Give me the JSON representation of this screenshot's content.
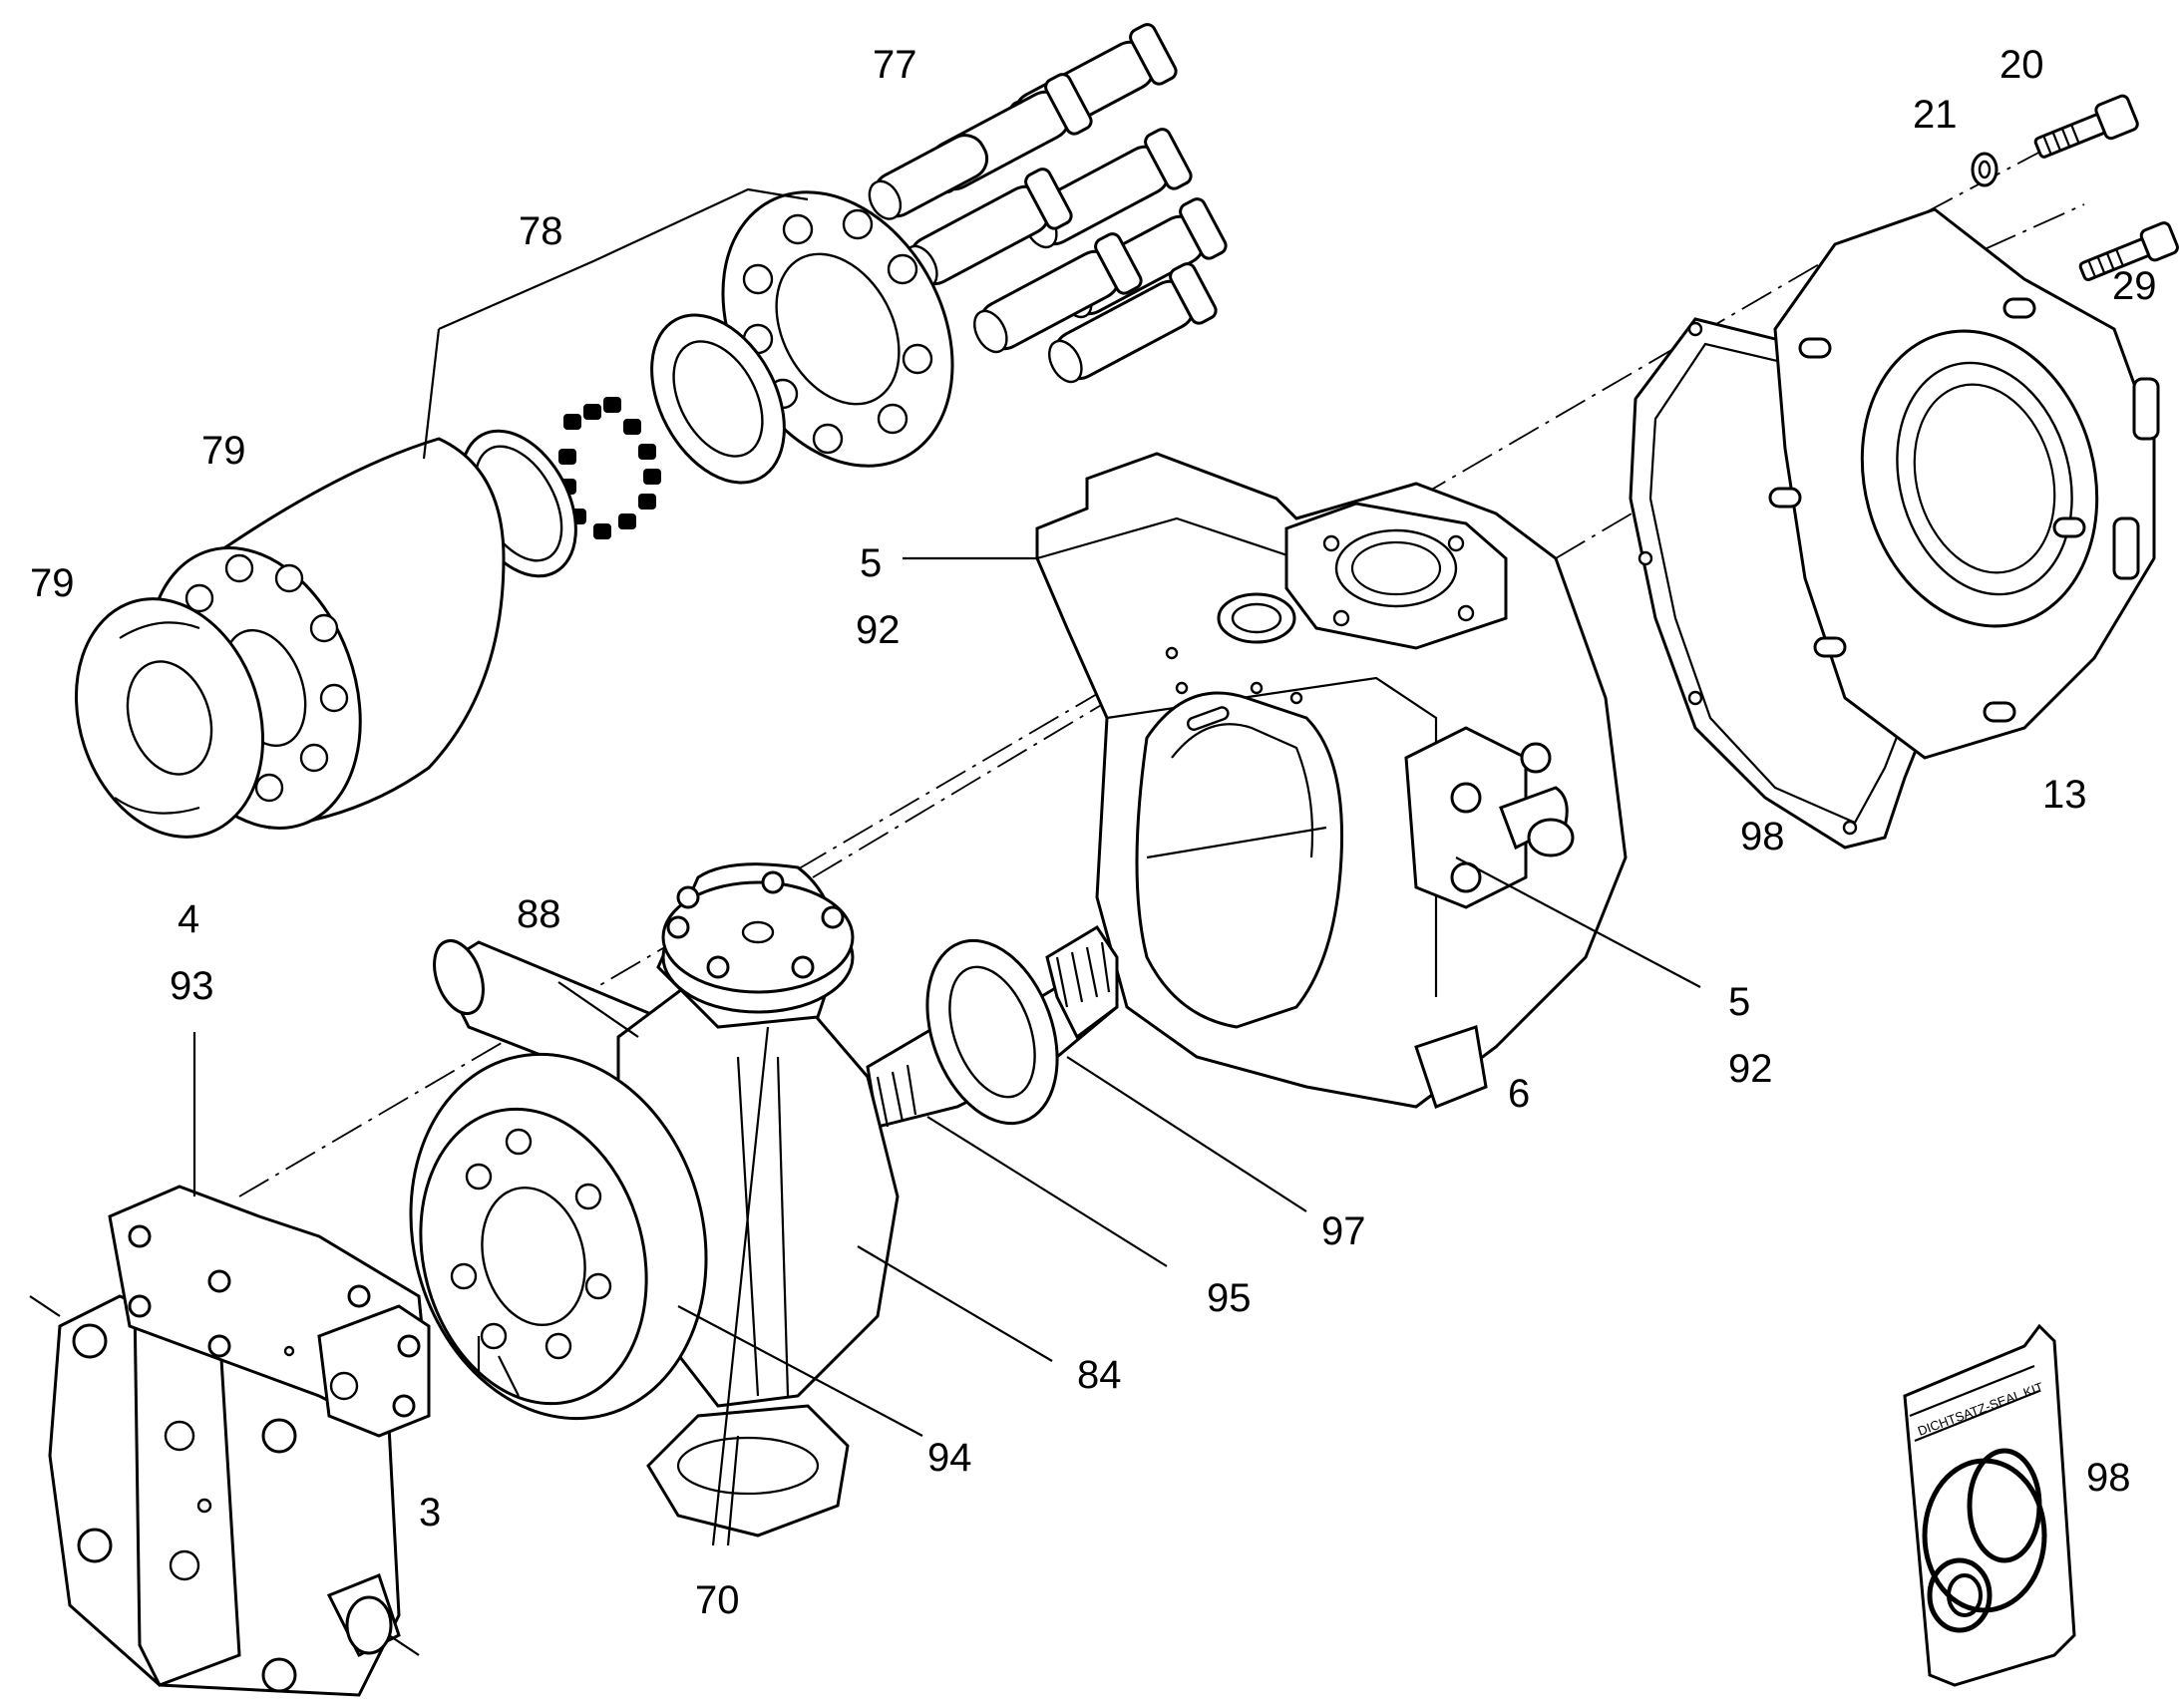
{
  "callouts": {
    "c77": "77",
    "c20": "20",
    "c21": "21",
    "c29": "29",
    "c78": "78",
    "c79a": "79",
    "c79b": "79",
    "c5a": "5",
    "c92a": "92",
    "c13": "13",
    "c98a": "98",
    "c4": "4",
    "c93": "93",
    "c88": "88",
    "c5b": "5",
    "c92b": "92",
    "c6": "6",
    "c97": "97",
    "c95": "95",
    "c84": "84",
    "c94": "94",
    "c3": "3",
    "c70": "70",
    "c98b": "98"
  },
  "seal_kit_label": "DICHTSATZ-SEAL KIT"
}
